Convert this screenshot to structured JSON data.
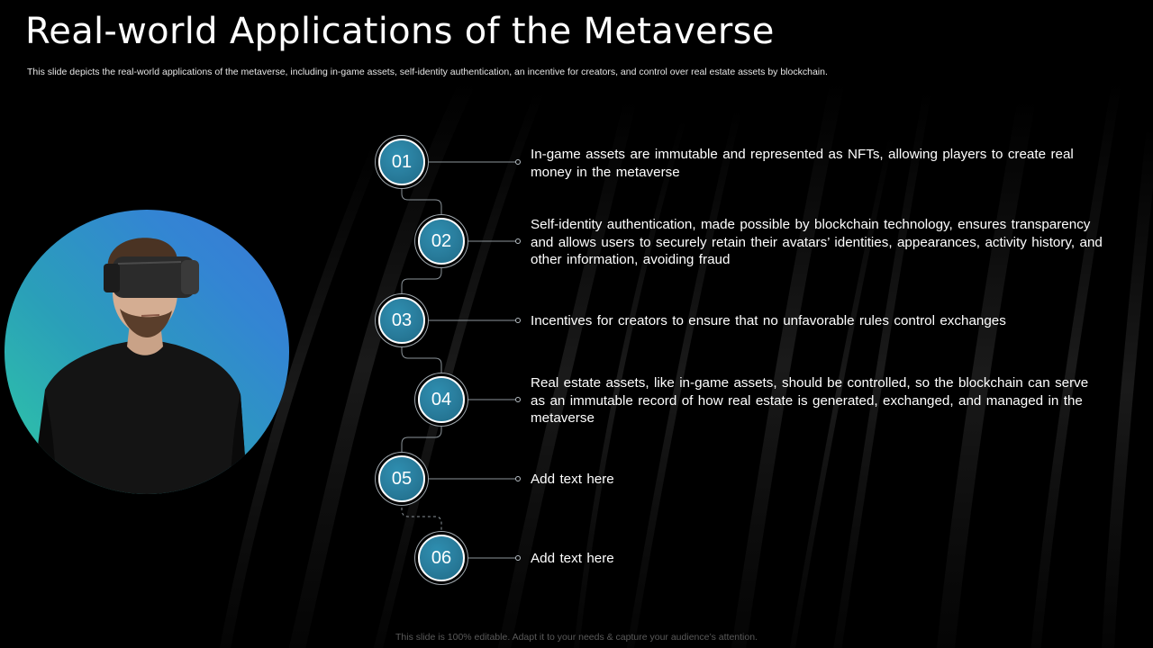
{
  "slide": {
    "title": "Real-world Applications of the Metaverse",
    "subtitle": "This slide depicts the real-world applications of the metaverse, including in-game assets, self-identity authentication, an incentive for creators, and control over real estate assets by blockchain.",
    "footer": "This slide is 100% editable. Adapt it to your needs & capture your audience’s attention."
  },
  "steps": [
    {
      "number": "01",
      "text": "In-game assets are immutable and represented as NFTs, allowing players to create real money in the metaverse"
    },
    {
      "number": "02",
      "text": "Self-identity authentication, made possible by blockchain technology, ensures transparency and allows users to securely retain their avatars’ identities, appearances, activity history, and other information, avoiding fraud"
    },
    {
      "number": "03",
      "text": "Incentives for creators to ensure that no unfavorable rules control exchanges"
    },
    {
      "number": "04",
      "text": "Real estate assets, like in-game assets, should be controlled, so the blockchain can serve as an immutable record of how real estate is generated, exchanged, and managed in the metaverse"
    },
    {
      "number": "05",
      "text": "Add text here"
    },
    {
      "number": "06",
      "text": "Add text here"
    }
  ],
  "colors": {
    "background": "#000000",
    "accent_teal": "#2fcaa4",
    "accent_blue": "#3a79d6",
    "circle_fill": "#2a7f9f"
  }
}
